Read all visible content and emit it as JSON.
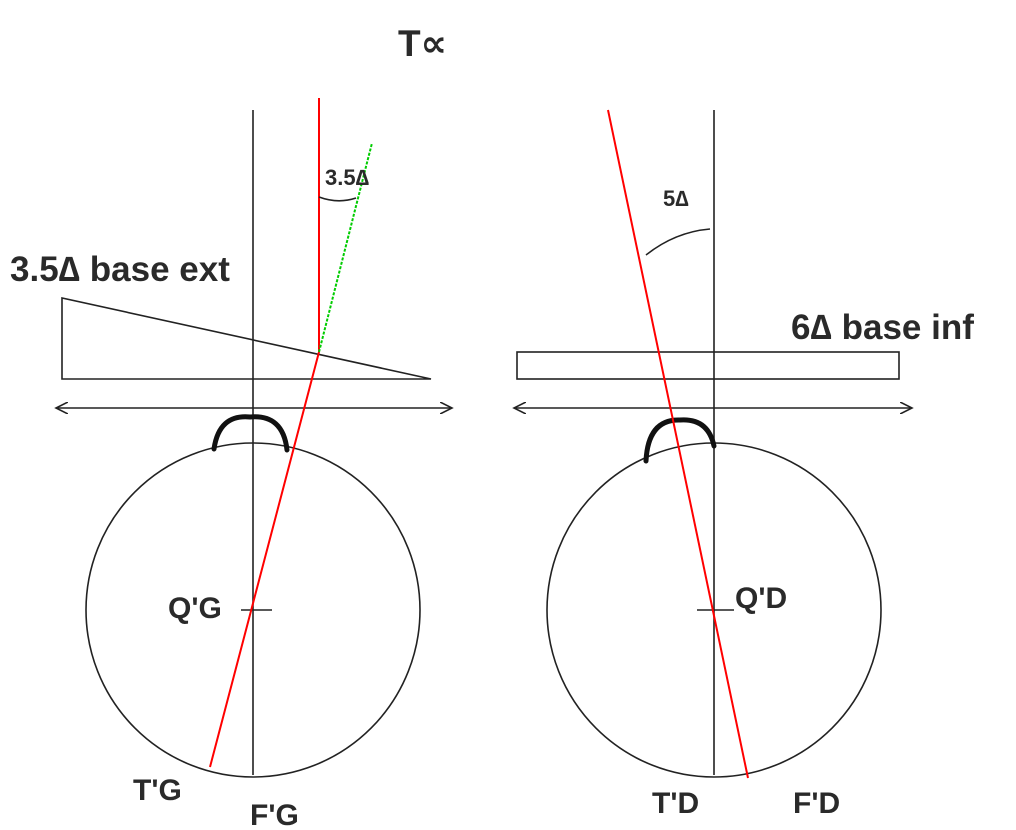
{
  "labels": {
    "top_target": "T∝",
    "left_prism": "3.5∆ base ext",
    "left_angle": "3.5∆",
    "left_center": "Q'G",
    "left_bottom_red": "T'G",
    "left_bottom_axis": "F'G",
    "right_prism": "6∆ base inf",
    "right_angle": "5∆",
    "right_center": "Q'D",
    "right_bottom_red": "T'D",
    "right_bottom_axis": "F'D"
  },
  "colors": {
    "line": "#222222",
    "ray": "#ff0000",
    "deviation": "#00cc00",
    "text": "#2a2a2a"
  }
}
